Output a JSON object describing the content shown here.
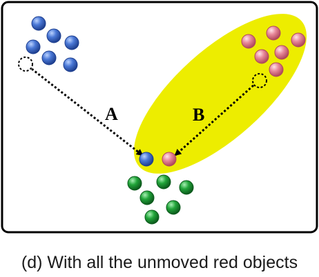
{
  "diagram": {
    "arrow_labels": [
      "A",
      "B"
    ],
    "colors": {
      "blue": "#4a78d6",
      "red": "#e8899a",
      "green": "#22a53a",
      "highlight": "#eded00",
      "frame": "#000000"
    }
  },
  "caption": "(d) With all the unmoved red objects"
}
